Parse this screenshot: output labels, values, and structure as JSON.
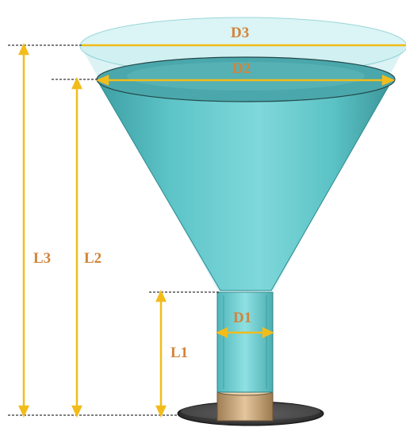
{
  "labels": {
    "d3": "D3",
    "d2": "D2",
    "d1": "D1",
    "l3": "L3",
    "l2": "L2",
    "l1": "L1"
  },
  "colors": {
    "label": "#d2843a",
    "dimension_line": "#f2bc1b",
    "funnel_fill": "#63c9cc",
    "funnel_dark": "#3d9ea3",
    "glass_rim": "#c6ecee",
    "plug": "#c9a57a",
    "base_plate": "#2d2d2d",
    "dashed_guide": "#000000"
  }
}
